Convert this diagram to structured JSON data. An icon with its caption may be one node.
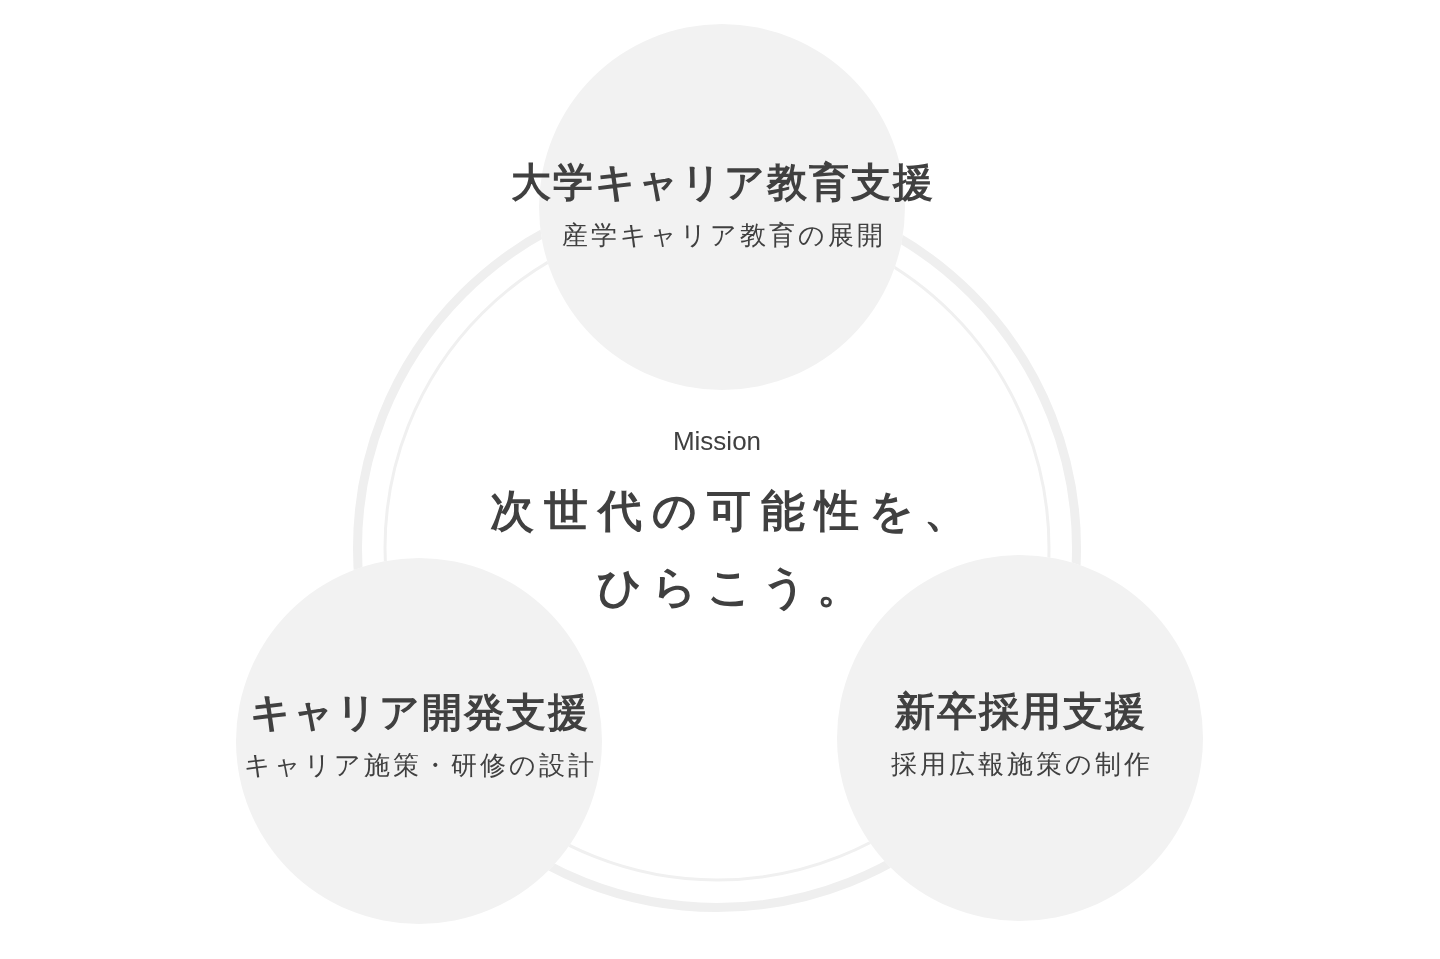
{
  "diagram": {
    "nodes": [
      {
        "text": [
          "Mission",
          "次世代の可能性を、ひらこう。"
        ]
      },
      {
        "text": [
          "大学キャリア教育支援",
          "産学キャリア教育の展開"
        ]
      },
      {
        "text": [
          "キャリア開発支援",
          "キャリア施策・研修の設計"
        ]
      },
      {
        "text": [
          "新卒採用支援",
          "採用広報施策の制作"
        ]
      }
    ]
  }
}
